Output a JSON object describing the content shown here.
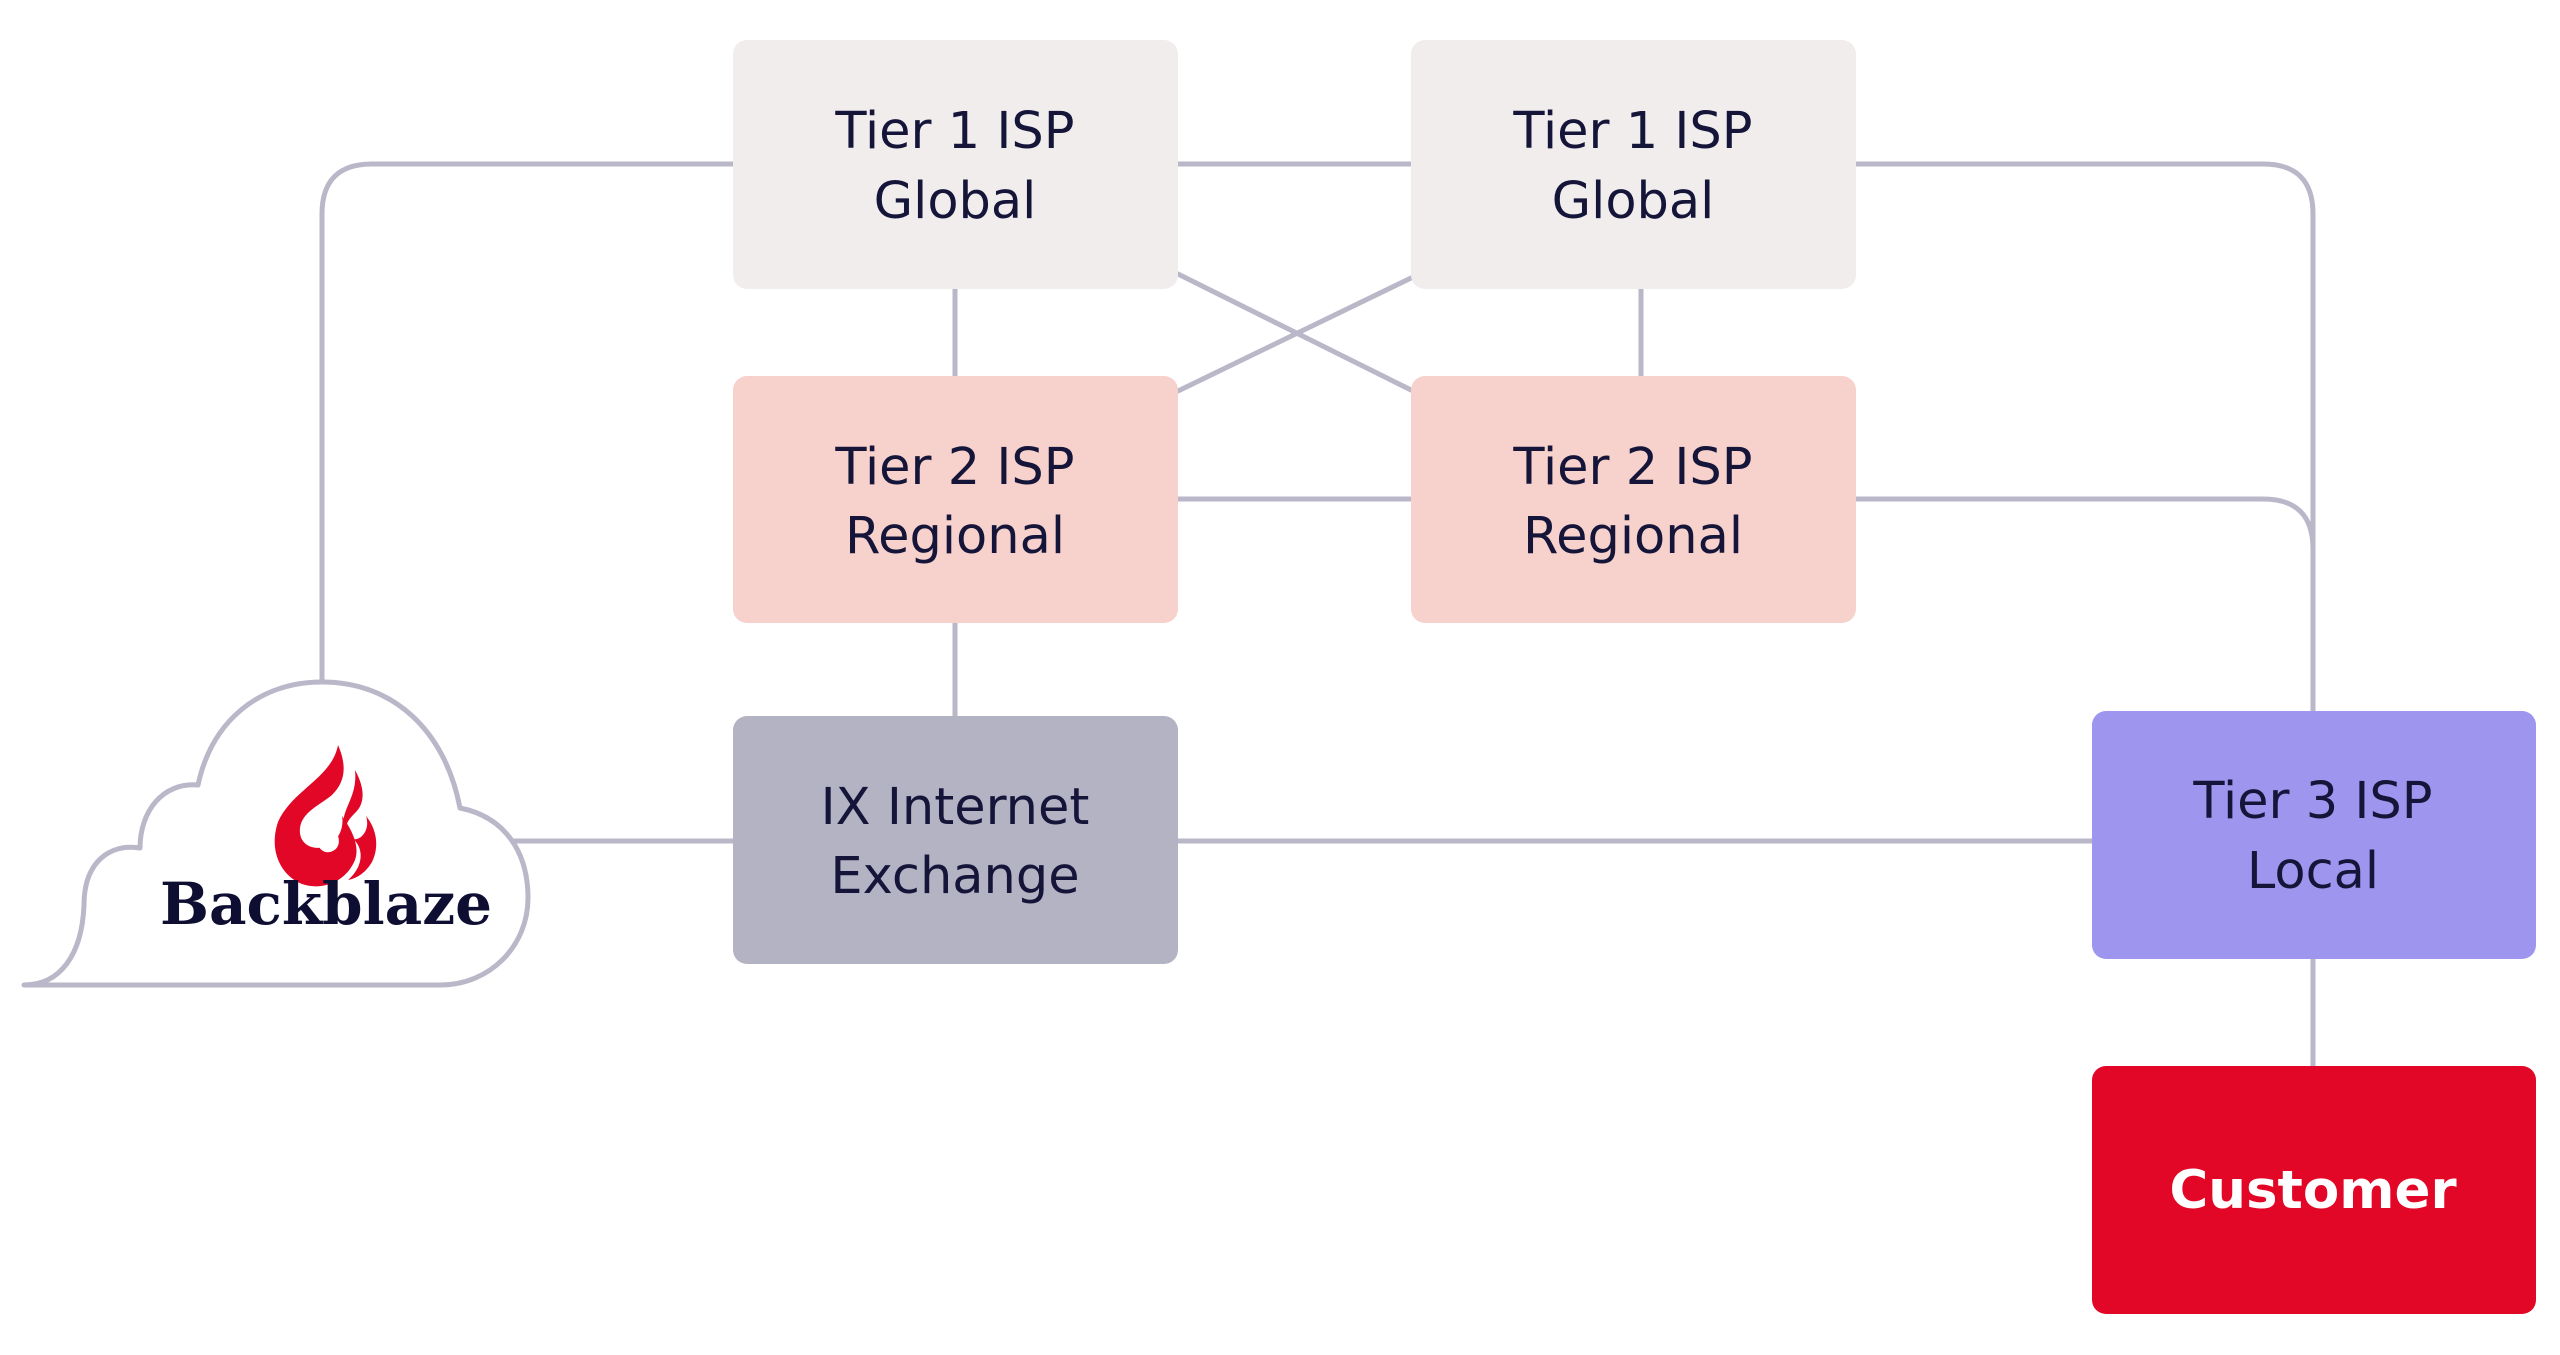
{
  "nodes": {
    "tier1_left": {
      "line1": "Tier 1 ISP",
      "line2": "Global"
    },
    "tier1_right": {
      "line1": "Tier 1 ISP",
      "line2": "Global"
    },
    "tier2_left": {
      "line1": "Tier 2 ISP",
      "line2": "Regional"
    },
    "tier2_right": {
      "line1": "Tier 2 ISP",
      "line2": "Regional"
    },
    "ix": {
      "line1": "IX Internet",
      "line2": "Exchange"
    },
    "tier3": {
      "line1": "Tier 3 ISP",
      "line2": "Local"
    },
    "customer": {
      "label": "Customer"
    }
  },
  "brand": {
    "name": "Backblaze",
    "logo_icon": "flame-icon"
  },
  "colors": {
    "tier1": "#f1eded",
    "tier2": "#f7d1cc",
    "ix": "#b4b3c4",
    "tier3": "#9e95ee",
    "customer": "#e20726",
    "connector": "#b9b7c8",
    "brand_red": "#e20726"
  }
}
